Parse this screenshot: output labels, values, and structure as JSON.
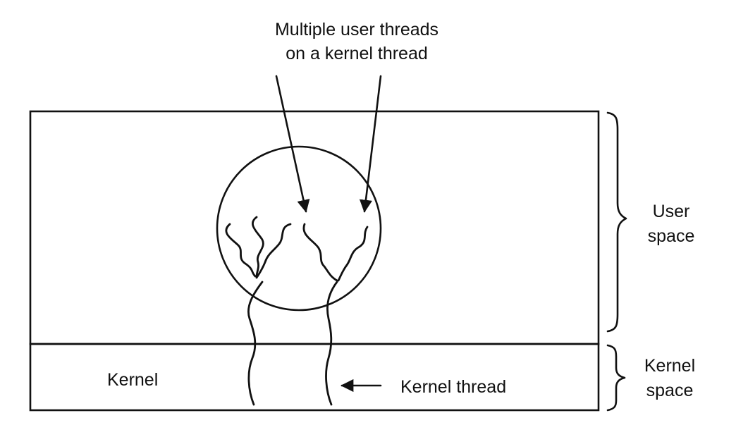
{
  "title": {
    "line1": "Multiple user threads",
    "line2": "on a kernel thread"
  },
  "labels": {
    "kernel": "Kernel",
    "kernel_thread": "Kernel thread",
    "user_space_line1": "User",
    "user_space_line2": "space",
    "kernel_space_line1": "Kernel",
    "kernel_space_line2": "space"
  },
  "colors": {
    "ink": "#111111",
    "background": "#ffffff"
  }
}
